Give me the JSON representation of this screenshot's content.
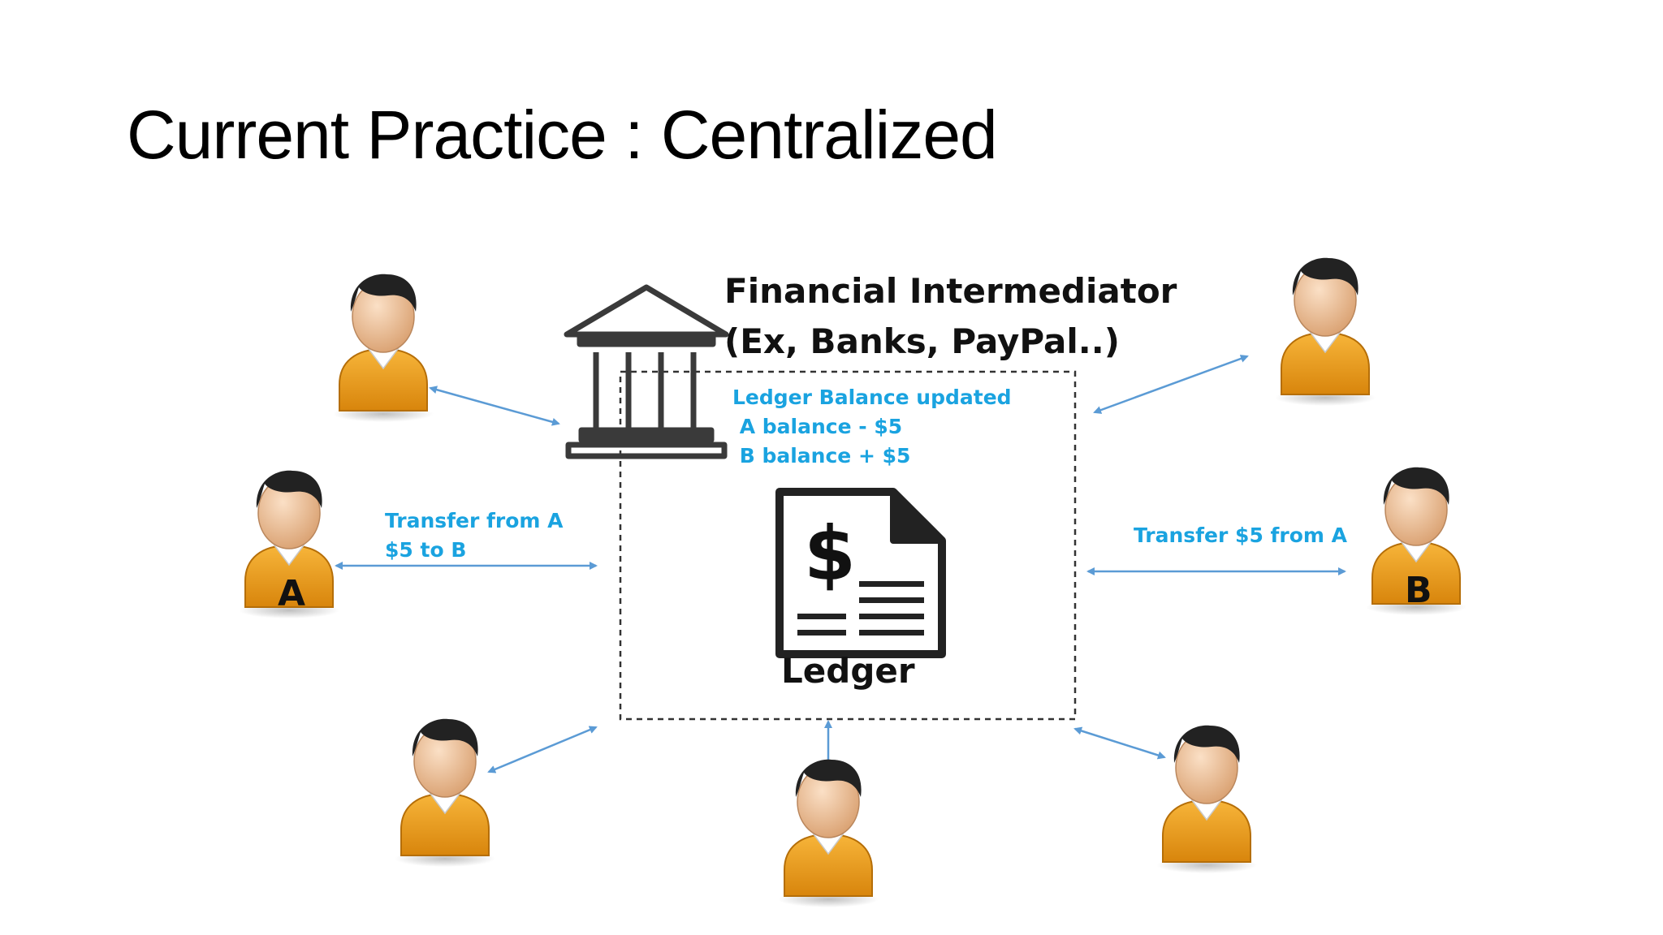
{
  "slide": {
    "title": "Current Practice : Centralized"
  },
  "intermediary": {
    "line1": "Financial Intermediator",
    "line2": "(Ex, Banks, PayPal..)",
    "icon": "bank-icon"
  },
  "ledger_update": {
    "line1": "Ledger Balance updated",
    "line2": " A balance - $5",
    "line3": " B balance + $5"
  },
  "transfer_a": {
    "line1": "Transfer from A",
    "line2": "$5 to B"
  },
  "transfer_b": {
    "line1": "Transfer $5 from A"
  },
  "ledger": {
    "label": "Ledger",
    "icon": "ledger-document-icon",
    "symbol": "$"
  },
  "persons": {
    "a_label": "A",
    "b_label": "B"
  },
  "colors": {
    "accent_blue": "#1aa3e0",
    "arrow": "#5b9bd5",
    "shirt": "#f0a020",
    "skin": "#f3c9a4",
    "hair": "#222222"
  }
}
